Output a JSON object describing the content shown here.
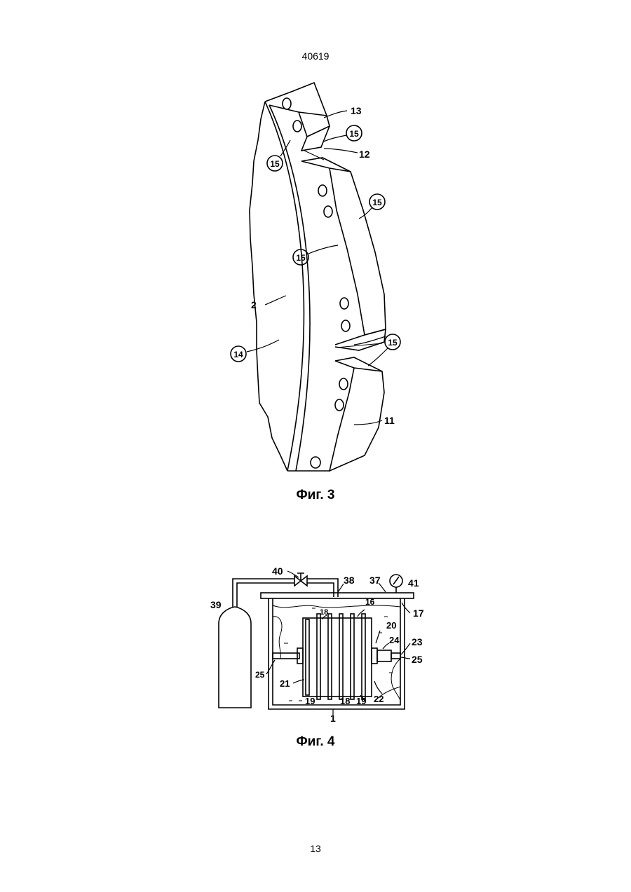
{
  "header": {
    "patent_number": "40619"
  },
  "figures": [
    {
      "caption": "Фиг. 3",
      "labels": {
        "l13": "13",
        "l15a": "15",
        "l12": "12",
        "l15b": "15",
        "l15c": "15",
        "l15d": "15",
        "l2": "2",
        "l14": "14",
        "l15e": "15",
        "l11": "11"
      }
    },
    {
      "caption": "Фиг. 4",
      "labels": {
        "l40": "40",
        "l38": "38",
        "l37": "37",
        "l41": "41",
        "l39": "39",
        "l16": "16",
        "l17": "17",
        "l18a": "18",
        "l20": "20",
        "l24": "24",
        "l23": "23",
        "l25a": "25",
        "l25b": "25",
        "l21": "21",
        "l19a": "19",
        "l18b": "18",
        "l19b": "19",
        "l22": "22",
        "l1": "1"
      }
    }
  ],
  "footer": {
    "page_number": "13"
  }
}
